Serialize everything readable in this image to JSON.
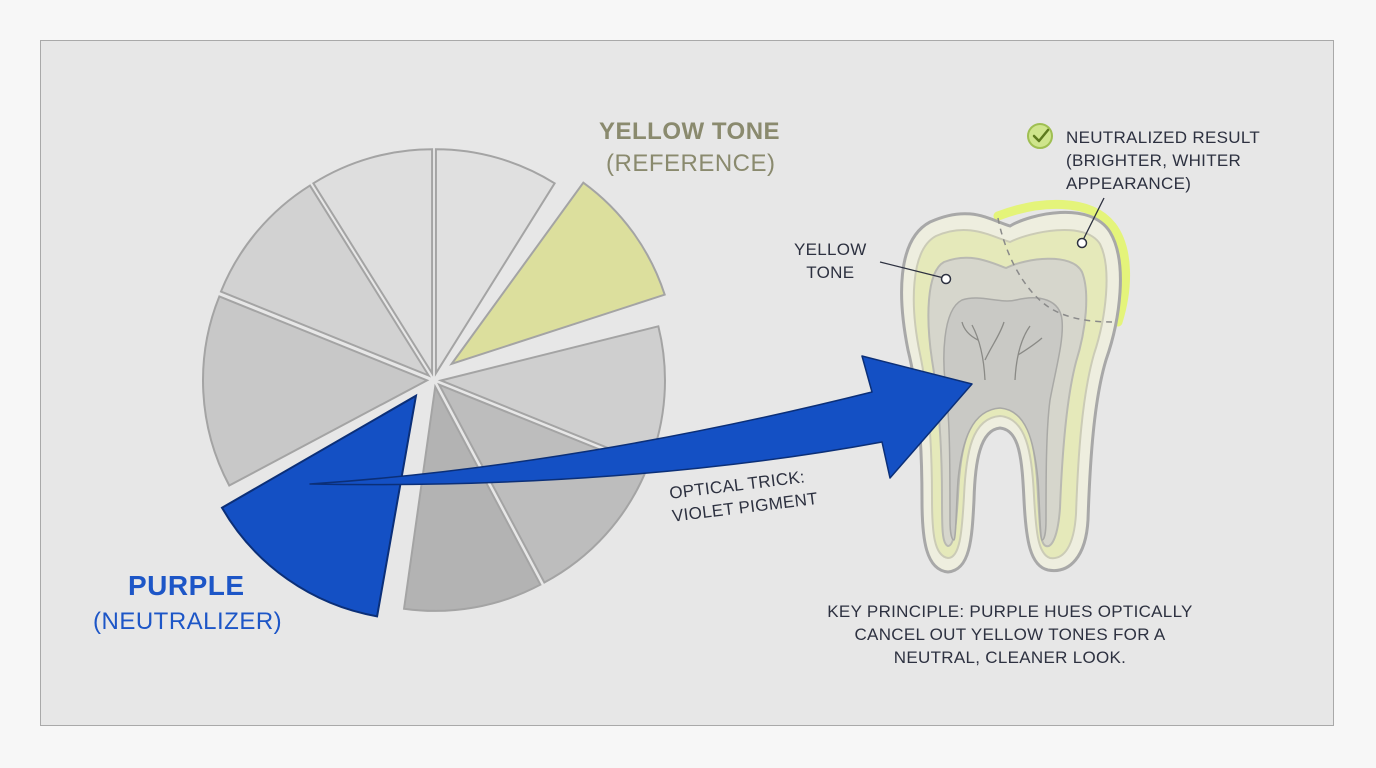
{
  "labels": {
    "yellow_title": "YELLOW TONE",
    "yellow_subtitle": "(REFERENCE)",
    "purple_title": "PURPLE",
    "purple_subtitle": "(NEUTRALIZER)",
    "neutralized_line1": "NEUTRALIZED RESULT",
    "neutralized_line2": "(BRIGHTER, WHITER",
    "neutralized_line3": "APPEARANCE)",
    "tooth_yellow_line1": "YELLOW",
    "tooth_yellow_line2": "TONE",
    "optical_line1": "OPTICAL TRICK:",
    "optical_line2": "VIOLET PIGMENT",
    "principle_line1": "KEY PRINCIPLE: PURPLE HUES OPTICALLY",
    "principle_line2": "CANCEL OUT YELLOW TONES FOR A",
    "principle_line3": "NEUTRAL, CLEANER LOOK."
  },
  "colors": {
    "panel": "#e7e7e7",
    "purple": "#1450c4",
    "yellow_segment": "#dcdf9d",
    "highlight": "#e3f56e",
    "check": "#b7d26a",
    "text": "#2d3140"
  },
  "icons": {
    "check": "check-circle-icon",
    "tooth": "tooth-illustration",
    "arrow": "curved-arrow-icon"
  }
}
